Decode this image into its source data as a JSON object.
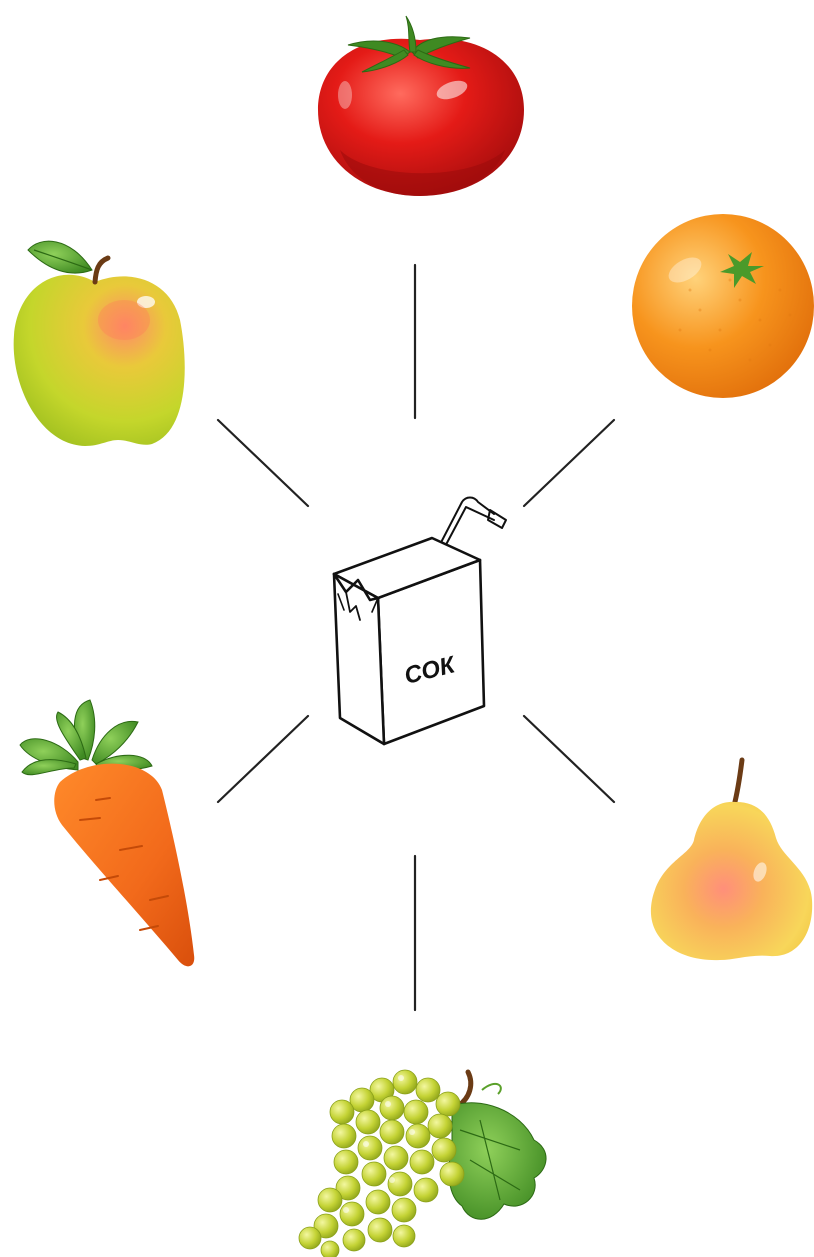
{
  "juice_box": {
    "label": "СОК"
  },
  "items": [
    {
      "name": "tomato",
      "icon": "tomato-icon"
    },
    {
      "name": "orange",
      "icon": "orange-icon"
    },
    {
      "name": "apple",
      "icon": "apple-icon"
    },
    {
      "name": "carrot",
      "icon": "carrot-icon"
    },
    {
      "name": "pear",
      "icon": "pear-icon"
    },
    {
      "name": "grapes",
      "icon": "grapes-icon"
    }
  ],
  "colors": {
    "tomato": "#e01616",
    "orange": "#f7941d",
    "apple": "#c8d62a",
    "carrot": "#f26a1b",
    "pear": "#f6cf4e",
    "grapes": "#c4d335",
    "leaf": "#4a9a2a",
    "line": "#222222"
  }
}
